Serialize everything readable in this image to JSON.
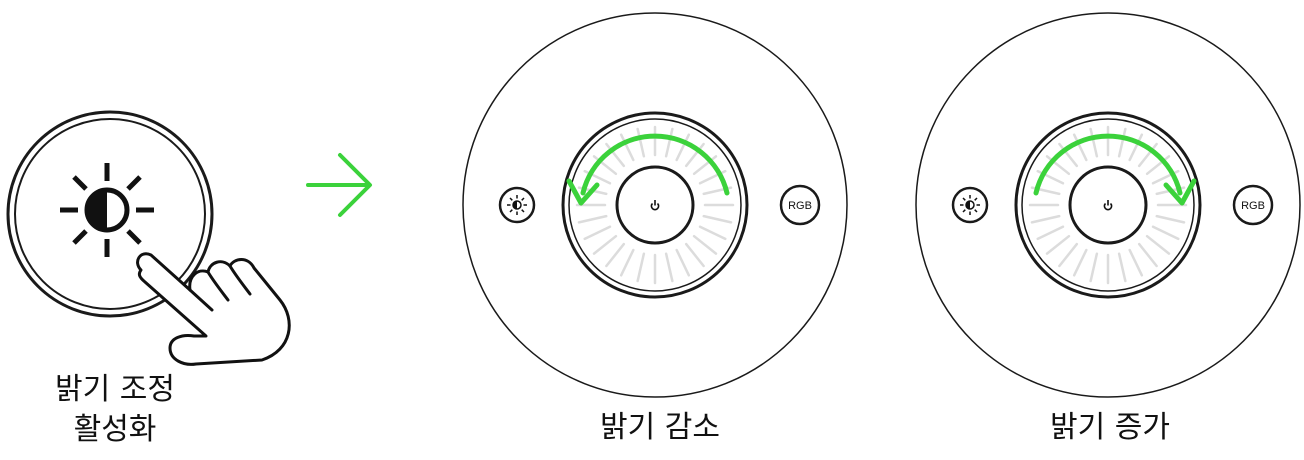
{
  "steps": [
    {
      "id": "activate",
      "caption_lines": [
        "밝기 조정",
        "활성화"
      ]
    },
    {
      "id": "decrease",
      "caption": "밝기 감소",
      "left_button_icon": "brightness-icon",
      "center_button_icon": "power-icon",
      "right_button_label": "RGB",
      "rotation": "counterclockwise"
    },
    {
      "id": "increase",
      "caption": "밝기 증가",
      "left_button_icon": "brightness-icon",
      "center_button_icon": "power-icon",
      "right_button_label": "RGB",
      "rotation": "clockwise"
    }
  ],
  "colors": {
    "arrow": "#3bd23b",
    "outline": "#1a1a1a",
    "tick": "#dcdcdc"
  }
}
